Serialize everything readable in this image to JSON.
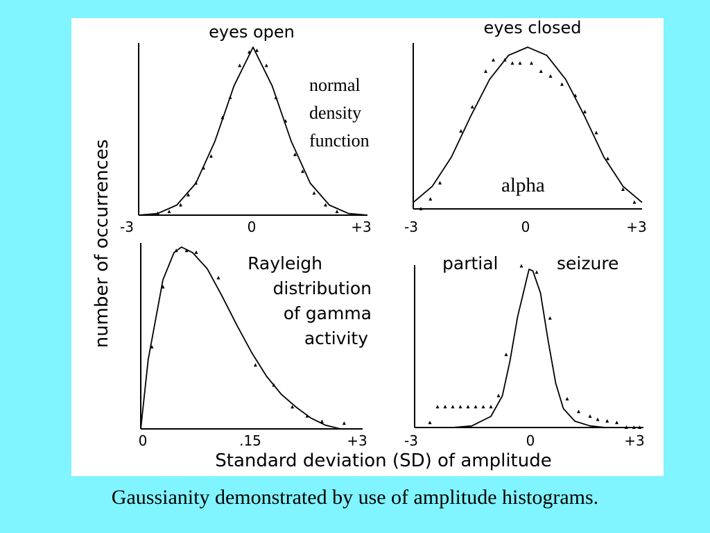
{
  "slide": {
    "caption": "Gaussianity demonstrated by use of amplitude histograms.",
    "background_color": "#80f4ff",
    "panel_color": "#ffffff",
    "ink_color": "#000000"
  },
  "figure": {
    "ylabel": "number of occurrences",
    "xlabel": "Standard deviation (SD) of amplitude"
  },
  "chart_data": [
    {
      "type": "line",
      "title": "eyes open",
      "annotation": [
        "normal",
        "density",
        "function"
      ],
      "xticks": [
        "-3",
        "0",
        "+3"
      ],
      "xlim": [
        -3,
        3
      ],
      "ylim": [
        0,
        1
      ],
      "series": [
        {
          "kind": "curve",
          "points": [
            [
              -3,
              0.0
            ],
            [
              -2.5,
              0.01
            ],
            [
              -2.0,
              0.06
            ],
            [
              -1.5,
              0.19
            ],
            [
              -1.0,
              0.44
            ],
            [
              -0.5,
              0.77
            ],
            [
              0.0,
              1.0
            ],
            [
              0.5,
              0.77
            ],
            [
              1.0,
              0.44
            ],
            [
              1.5,
              0.19
            ],
            [
              2.0,
              0.06
            ],
            [
              2.5,
              0.01
            ],
            [
              3.0,
              0.0
            ]
          ]
        },
        {
          "kind": "points",
          "points": [
            [
              -2.5,
              0.01
            ],
            [
              -2.2,
              0.02
            ],
            [
              -1.9,
              0.06
            ],
            [
              -1.7,
              0.12
            ],
            [
              -1.5,
              0.19
            ],
            [
              -1.3,
              0.28
            ],
            [
              -1.1,
              0.35
            ],
            [
              -0.8,
              0.58
            ],
            [
              -0.6,
              0.7
            ],
            [
              -0.35,
              0.89
            ],
            [
              -0.1,
              0.97
            ],
            [
              0.1,
              0.98
            ],
            [
              0.35,
              0.89
            ],
            [
              0.6,
              0.7
            ],
            [
              0.85,
              0.56
            ],
            [
              1.1,
              0.36
            ],
            [
              1.3,
              0.26
            ],
            [
              1.6,
              0.13
            ],
            [
              1.9,
              0.06
            ],
            [
              2.2,
              0.02
            ]
          ]
        }
      ]
    },
    {
      "type": "line",
      "title": "eyes closed",
      "annotation": [
        "alpha"
      ],
      "xticks": [
        "-3",
        "0",
        "+3"
      ],
      "xlim": [
        -3,
        3
      ],
      "ylim": [
        0,
        1
      ],
      "series": [
        {
          "kind": "curve",
          "points": [
            [
              -3,
              0.04
            ],
            [
              -2.5,
              0.14
            ],
            [
              -2.0,
              0.32
            ],
            [
              -1.5,
              0.57
            ],
            [
              -1.0,
              0.8
            ],
            [
              -0.5,
              0.95
            ],
            [
              0.0,
              1.0
            ],
            [
              0.5,
              0.95
            ],
            [
              1.0,
              0.8
            ],
            [
              1.5,
              0.57
            ],
            [
              2.0,
              0.32
            ],
            [
              2.5,
              0.14
            ],
            [
              3.0,
              0.04
            ]
          ]
        },
        {
          "kind": "points",
          "points": [
            [
              -2.8,
              0.0
            ],
            [
              -2.55,
              0.06
            ],
            [
              -2.3,
              0.16
            ],
            [
              -1.75,
              0.48
            ],
            [
              -1.45,
              0.63
            ],
            [
              -1.1,
              0.85
            ],
            [
              -0.9,
              0.92
            ],
            [
              -0.6,
              0.92
            ],
            [
              -0.4,
              0.9
            ],
            [
              -0.2,
              0.9
            ],
            [
              0.1,
              0.9
            ],
            [
              0.35,
              0.85
            ],
            [
              0.6,
              0.82
            ],
            [
              0.9,
              0.77
            ],
            [
              1.25,
              0.7
            ],
            [
              1.5,
              0.6
            ],
            [
              1.8,
              0.47
            ],
            [
              2.1,
              0.31
            ],
            [
              2.5,
              0.12
            ],
            [
              2.8,
              0.04
            ]
          ]
        }
      ]
    },
    {
      "type": "line",
      "title": "",
      "annotation": [
        "Rayleigh",
        "distribution",
        "of gamma",
        "activity"
      ],
      "xticks": [
        "0",
        ".15",
        "+3"
      ],
      "xlim": [
        0,
        3
      ],
      "ylim": [
        0,
        1
      ],
      "series": [
        {
          "kind": "curve",
          "points": [
            [
              0.0,
              0.0
            ],
            [
              0.1,
              0.38
            ],
            [
              0.3,
              0.82
            ],
            [
              0.45,
              0.97
            ],
            [
              0.55,
              1.0
            ],
            [
              0.7,
              0.97
            ],
            [
              0.9,
              0.88
            ],
            [
              1.1,
              0.73
            ],
            [
              1.3,
              0.57
            ],
            [
              1.5,
              0.42
            ],
            [
              1.7,
              0.29
            ],
            [
              1.9,
              0.19
            ],
            [
              2.1,
              0.12
            ],
            [
              2.3,
              0.06
            ],
            [
              2.5,
              0.02
            ],
            [
              2.7,
              0.0
            ],
            [
              3.0,
              0.0
            ]
          ]
        },
        {
          "kind": "points",
          "points": [
            [
              0.15,
              0.45
            ],
            [
              0.3,
              0.78
            ],
            [
              0.48,
              0.98
            ],
            [
              0.62,
              0.98
            ],
            [
              0.75,
              0.97
            ],
            [
              1.05,
              0.83
            ],
            [
              1.55,
              0.35
            ],
            [
              1.8,
              0.24
            ],
            [
              2.05,
              0.12
            ],
            [
              2.25,
              0.07
            ],
            [
              2.45,
              0.04
            ],
            [
              2.75,
              0.03
            ]
          ]
        }
      ]
    },
    {
      "type": "line",
      "title": "",
      "annotation": [
        "partial",
        "seizure"
      ],
      "xticks": [
        "-3",
        "0",
        "+3"
      ],
      "xlim": [
        -3,
        3
      ],
      "ylim": [
        0,
        1
      ],
      "series": [
        {
          "kind": "curve",
          "points": [
            [
              -3,
              0.0
            ],
            [
              -2.0,
              0.0
            ],
            [
              -1.5,
              0.01
            ],
            [
              -1.0,
              0.07
            ],
            [
              -0.7,
              0.2
            ],
            [
              -0.5,
              0.42
            ],
            [
              -0.3,
              0.7
            ],
            [
              -0.1,
              0.9
            ],
            [
              0.0,
              1.0
            ],
            [
              0.1,
              0.99
            ],
            [
              0.3,
              0.85
            ],
            [
              0.5,
              0.55
            ],
            [
              0.7,
              0.28
            ],
            [
              0.9,
              0.12
            ],
            [
              1.2,
              0.04
            ],
            [
              1.6,
              0.01
            ],
            [
              2.0,
              0.0
            ],
            [
              3.0,
              0.0
            ]
          ]
        },
        {
          "kind": "points",
          "points": [
            [
              -2.6,
              0.03
            ],
            [
              -2.4,
              0.13
            ],
            [
              -2.2,
              0.13
            ],
            [
              -2.0,
              0.13
            ],
            [
              -1.8,
              0.13
            ],
            [
              -1.6,
              0.13
            ],
            [
              -1.4,
              0.13
            ],
            [
              -1.2,
              0.13
            ],
            [
              -1.0,
              0.13
            ],
            [
              -0.8,
              0.2
            ],
            [
              -0.6,
              0.46
            ],
            [
              -0.2,
              1.02
            ],
            [
              0.2,
              0.98
            ],
            [
              0.55,
              0.69
            ],
            [
              1.0,
              0.18
            ],
            [
              1.3,
              0.1
            ],
            [
              1.6,
              0.07
            ],
            [
              1.8,
              0.05
            ],
            [
              2.05,
              0.04
            ],
            [
              2.3,
              0.03
            ],
            [
              2.55,
              0.0
            ],
            [
              2.75,
              0.0
            ],
            [
              2.9,
              0.0
            ]
          ]
        }
      ]
    }
  ]
}
